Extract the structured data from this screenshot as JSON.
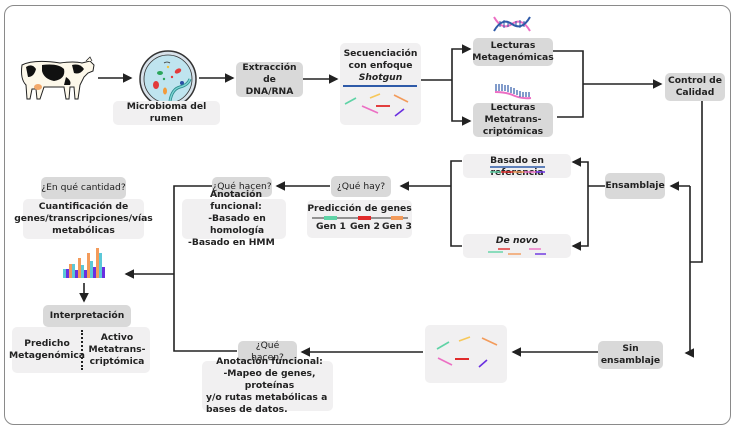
{
  "diagram": {
    "title": "",
    "colors": {
      "dark_box": "#d9d9d9",
      "light_box": "#f1f0f1",
      "line": "#222222",
      "green": "#5fd3a6",
      "yellow": "#f7c85a",
      "orange": "#f39b5b",
      "pink": "#ec6fc4",
      "red": "#e02b2b",
      "purple": "#6a2fe0",
      "blue": "#2e5aa8",
      "teal": "#5bc8d8"
    },
    "nodes": {
      "cow": {
        "icon": "cow-icon"
      },
      "microbiome": {
        "icon": "petri-dish-icon",
        "label": "Microbioma del rumen"
      },
      "extraction": {
        "line1": "Extracción de",
        "line2": "DNA/RNA"
      },
      "sequencing": {
        "line1": "Secuenciación",
        "line2": "con enfoque",
        "line3": "Shotgun"
      },
      "metagenomic_reads": {
        "icon": "dna-double-helix-icon",
        "line1": "Lecturas",
        "line2": "Metagenómicas"
      },
      "metatranscriptomic_reads": {
        "icon": "rna-strand-icon",
        "line1": "Lecturas",
        "line2": "Metatrans-",
        "line3": "criptómicas"
      },
      "quality_control": {
        "line1": "Control de",
        "line2": "Calidad"
      },
      "assembly": {
        "label": "Ensamblaje"
      },
      "reference_based": {
        "label": "Basado en referencia"
      },
      "de_novo": {
        "label": "De novo"
      },
      "what_is_there": {
        "label": "¿Qué hay?"
      },
      "gene_prediction": {
        "title": "Predicción de genes",
        "genes": [
          "Gen 1",
          "Gen 2",
          "Gen 3"
        ]
      },
      "what_do_they_do_top": {
        "label": "¿Qué hacen?"
      },
      "functional_annotation_top": {
        "title": "Anotación funcional:",
        "items": [
          "-Basado en homología",
          "-Basado en HMM"
        ]
      },
      "how_much": {
        "label": "¿En qué cantidad?"
      },
      "quantification": {
        "line1": "Cuantificación de",
        "line2": "genes/transcripciones/vías",
        "line3": "metabólicas"
      },
      "bar_chart": {
        "icon": "bar-chart-icon"
      },
      "interpretation": {
        "label": "Interpretación"
      },
      "predicted": {
        "line1": "Predicho",
        "line2": "Metagenómica"
      },
      "active": {
        "line1": "Activo",
        "line2": "Metatrans-",
        "line3": "criptómica"
      },
      "without_assembly": {
        "line1": "Sin",
        "line2": "ensamblaje"
      },
      "unassembled_reads": {
        "icon": "reads-fragments-icon"
      },
      "what_do_they_do_bottom": {
        "label": "¿Qué hacen?"
      },
      "functional_annotation_bottom": {
        "title": "Anotación funcional:",
        "lines": [
          "-Mapeo de genes, proteínas",
          "y/o rutas metabólicas a",
          "bases de datos."
        ]
      }
    }
  }
}
